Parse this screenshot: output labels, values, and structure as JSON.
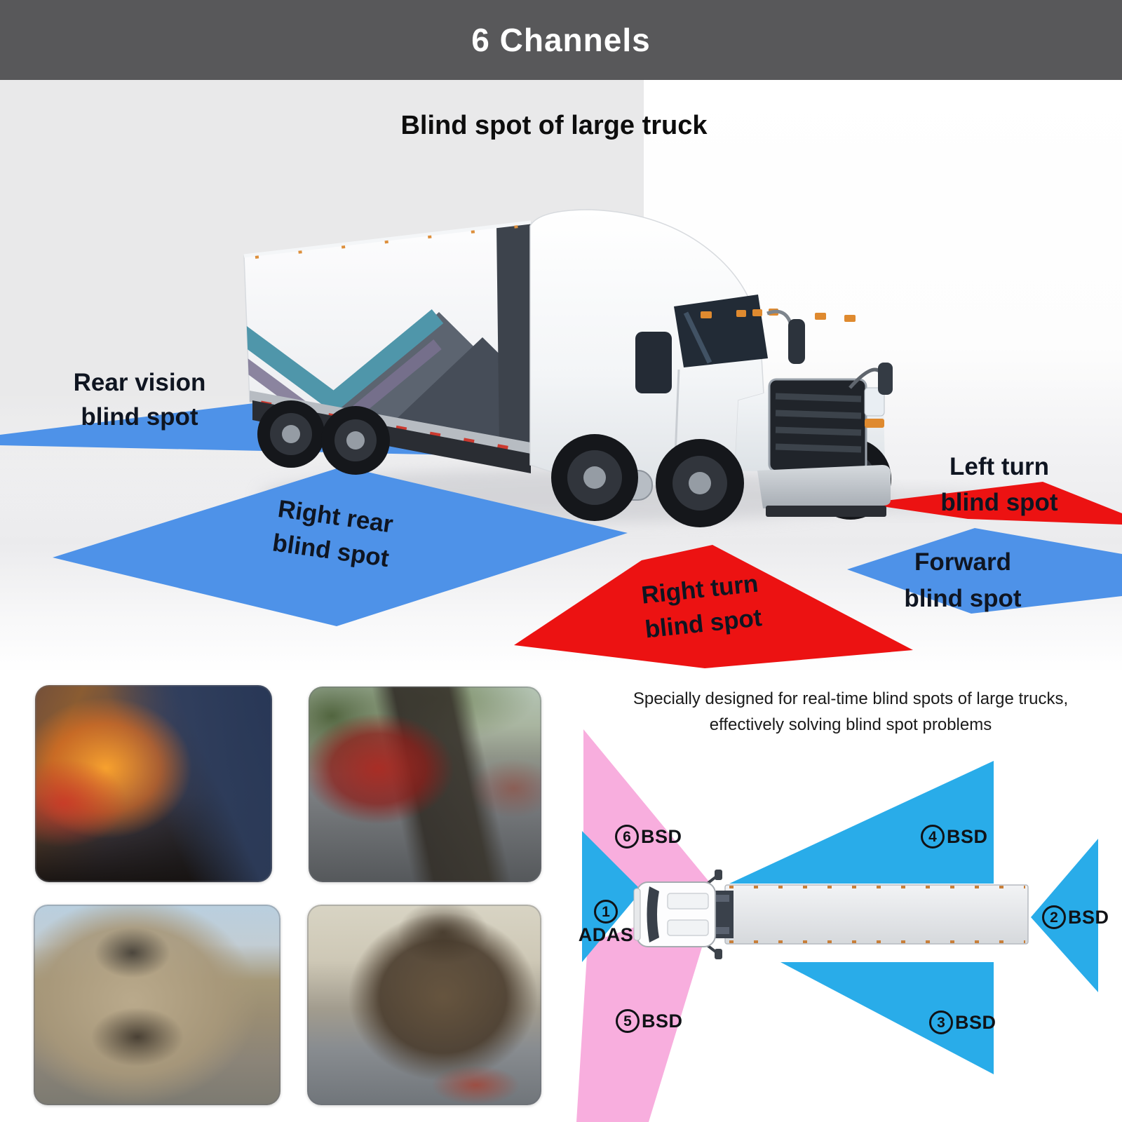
{
  "header": {
    "title": "6 Channels",
    "bg_color": "#58585a"
  },
  "scene": {
    "title": "Blind spot of large truck",
    "colors": {
      "blue": "#4E92E8",
      "red": "#EC1212",
      "backdrop_gray": "#E9E9EA"
    },
    "labels": {
      "rear_vision": {
        "line1": "Rear vision",
        "line2": "blind spot"
      },
      "right_rear": {
        "line1": "Right rear",
        "line2": "blind spot"
      },
      "right_turn": {
        "line1": "Right turn",
        "line2": "blind spot"
      },
      "forward": {
        "line1": "Forward",
        "line2": "blind spot"
      },
      "left_turn": {
        "line1": "Left turn",
        "line2": "blind spot"
      }
    }
  },
  "diagram": {
    "caption": {
      "line1": "Specially designed for real-time blind spots of large trucks,",
      "line2": "effectively solving blind spot problems"
    },
    "colors": {
      "blue": "#29ACE9",
      "pink": "#F8AEDE"
    },
    "channels": [
      {
        "num": "1",
        "label": "ADAS"
      },
      {
        "num": "2",
        "label": "BSD"
      },
      {
        "num": "3",
        "label": "BSD"
      },
      {
        "num": "4",
        "label": "BSD"
      },
      {
        "num": "5",
        "label": "BSD"
      },
      {
        "num": "6",
        "label": "BSD"
      }
    ]
  }
}
